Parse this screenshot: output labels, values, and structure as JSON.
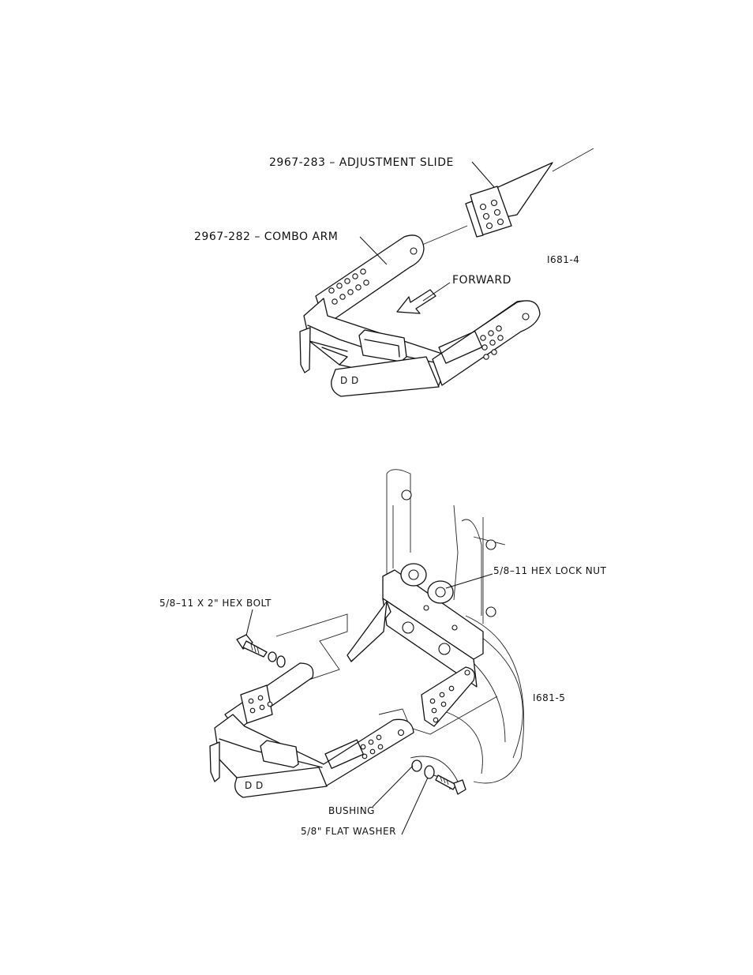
{
  "figure_top": {
    "labels": {
      "adjustment_slide": "2967-283  –  ADJUSTMENT SLIDE",
      "combo_arm": "2967-282  –  COMBO ARM",
      "forward": "FORWARD",
      "figure_id": "I681-4",
      "arm_marks": "D D"
    }
  },
  "figure_bottom": {
    "labels": {
      "hex_lock_nut": "5/8–11 HEX LOCK NUT",
      "hex_bolt": "5/8–11 X 2\" HEX BOLT",
      "figure_id": "I681-5",
      "bushing": "BUSHING",
      "flat_washer": "5/8\" FLAT WASHER",
      "arm_marks": "D D"
    }
  }
}
